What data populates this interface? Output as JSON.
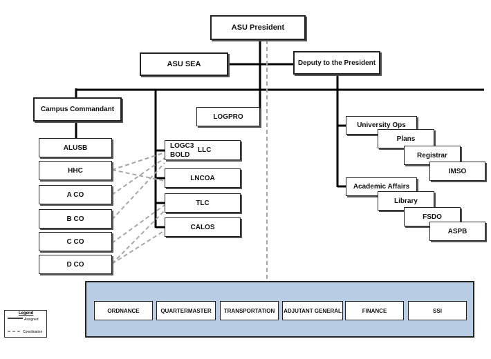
{
  "top": {
    "president": "ASU President",
    "sea": "ASU SEA",
    "deputy": "Deputy to the President"
  },
  "left": {
    "commandant": "Campus Commandant",
    "units": [
      "ALUSB",
      "HHC",
      "A CO",
      "B CO",
      "C CO",
      "D CO"
    ]
  },
  "center": {
    "logpro": "LOGPRO",
    "logc3": "LOGC3",
    "bold": "BOLD",
    "llc": "LLC",
    "lncoa": "LNCOA",
    "tlc": "TLC",
    "calos": "CALOS"
  },
  "right": {
    "university_ops": "University Ops",
    "plans": "Plans",
    "registrar": "Registrar",
    "imso": "IMSO",
    "academic_affairs": "Academic Affairs",
    "library": "Library",
    "fsdo": "FSDO",
    "aspb": "ASPB"
  },
  "schools": [
    "ORDNANCE",
    "QUARTERMASTER",
    "TRANSPORTATION",
    "ADJUTANT GENERAL",
    "FINANCE",
    "SSI"
  ],
  "legend": {
    "title": "Legend",
    "assigned": "Assigned",
    "coordination": "Coordination"
  },
  "colors": {
    "panel": "#b8cce4",
    "line": "#000000",
    "dashed": "#a6a6a6"
  }
}
